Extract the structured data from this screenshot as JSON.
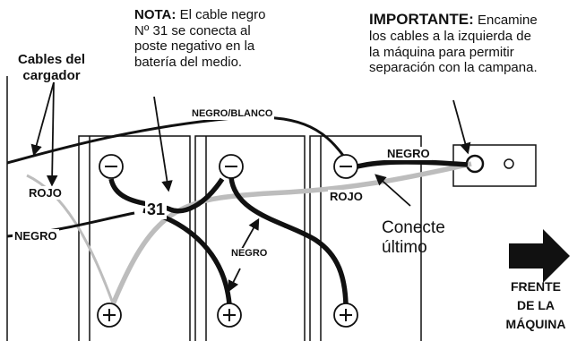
{
  "diagram": {
    "note_left": {
      "heading": "NOTA:",
      "line1": "El cable negro",
      "line2": "Nº 31 se conecta al",
      "line3": "poste negativo en la",
      "line4": "batería del medio."
    },
    "note_right": {
      "heading": "IMPORTANTE:",
      "line1": "Encamine",
      "line2": "los cables a la izquierda de",
      "line3": "la máquina para permitir",
      "line4": "separación con la campana."
    },
    "charger_cables": {
      "line1": "Cables del",
      "line2": "cargador"
    },
    "labels": {
      "negro_blanco": "NEGRO/BLANCO",
      "negro_top": "NEGRO",
      "rojo_left": "ROJO",
      "rojo_right": "ROJO",
      "negro_left": "NEGRO",
      "negro_mid": "NEGRO",
      "cable_number": "31",
      "connect_last_1": "Conecte",
      "connect_last_2": "último"
    },
    "front": {
      "line1": "FRENTE",
      "line2": "DE LA",
      "line3": "MÁQUINA"
    },
    "terminal_symbols": {
      "negative": "⊖",
      "positive": "⊕"
    }
  }
}
